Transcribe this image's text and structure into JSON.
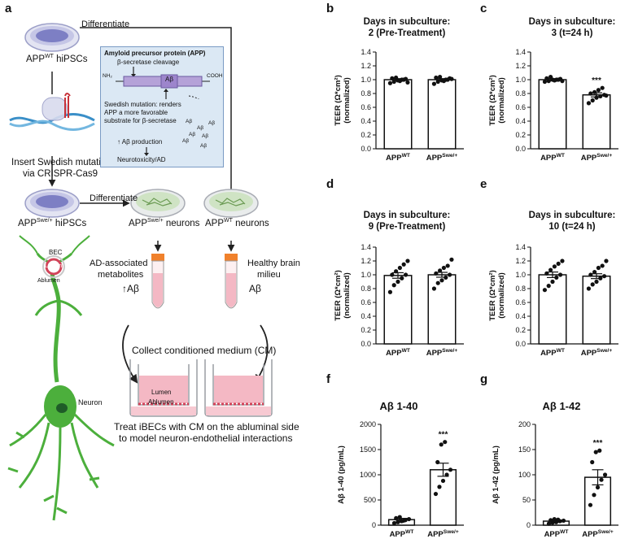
{
  "panel_labels": {
    "a": "a",
    "b": "b",
    "c": "c",
    "d": "d",
    "e": "e",
    "f": "f",
    "g": "g"
  },
  "schematic": {
    "differentiate_top": "Differentiate",
    "app_wt_hipscs": "APP",
    "app_wt_hipscs_sup": "WT",
    "app_wt_hipscs_suffix": " hiPSCs",
    "crispr_line1": "Insert Swedish mutation",
    "crispr_line2": "via CRISPR-Cas9",
    "app_swe_hipscs": "APP",
    "app_swe_hipscs_sup": "Swe/+",
    "app_swe_hipscs_suffix": " hiPSCs",
    "differentiate_mid": "Differentiate",
    "swe_neurons": "APP",
    "swe_neurons_sup": "Swe/+",
    "swe_neurons_suffix": " neurons",
    "wt_neurons": "APP",
    "wt_neurons_sup": "WT",
    "wt_neurons_suffix": " neurons",
    "ad_metab_line1": "AD-associated",
    "ad_metab_line2": "metabolites",
    "up_abeta": "↑Aβ",
    "healthy_line1": "Healthy brain",
    "healthy_line2": "milieu",
    "abeta": "Aβ",
    "bec": "BEC",
    "lumen": "Lumen",
    "ablumen": "Ablumen",
    "neuron": "Neuron",
    "collect_cm": "Collect conditioned medium (CM)",
    "insert_lumen": "Lumen",
    "insert_ablumen": "Ablumen",
    "treat_line1": "Treat iBECs with CM on the abluminal side",
    "treat_line2": "to model neuron-endothelial interactions",
    "box_title": "Amyloid precursor protein (APP)",
    "box_cleavage": "β-secretase cleavage",
    "box_nh2": "NH₂",
    "box_cooh": "COOH",
    "box_abeta": "Aβ",
    "box_swedish_line1": "Swedish mutation: renders",
    "box_swedish_line2": "APP a more favorable",
    "box_swedish_line3": "substrate for β-secretase",
    "box_abeta_small": "Aβ",
    "box_up_production": "↑ Aβ production",
    "box_neurotox": "Neurotoxicity/AD"
  },
  "colors": {
    "box_fill": "#dbe8f4",
    "box_border": "#7a9bc4",
    "neuron_green": "#4caf3c",
    "medium_pink": "#f4b8c4",
    "dish_purple": "#7d7fc4",
    "cap_orange": "#f0812c",
    "bar_fill": "#ffffff",
    "ink": "#111111"
  },
  "chart_data": [
    {
      "id": "b",
      "type": "bar",
      "title": "Days in subculture:\n2 (Pre-Treatment)",
      "ylabel": "TEER (Ω*cm²)\n(normalized)",
      "categories": [
        "APP^WT",
        "APP^Swe/+"
      ],
      "values": [
        1.0,
        1.0
      ],
      "errors": [
        0.015,
        0.015
      ],
      "ylim": [
        0,
        1.4
      ],
      "yticks": [
        "0.0",
        "0.2",
        "0.4",
        "0.6",
        "0.8",
        "1.0",
        "1.2",
        "1.4"
      ],
      "points": [
        [
          0.95,
          0.97,
          0.99,
          1.0,
          1.01,
          1.02,
          1.03,
          0.98,
          1.0,
          0.96
        ],
        [
          0.94,
          0.97,
          0.99,
          1.0,
          1.02,
          1.03,
          1.04,
          0.98,
          1.0,
          1.01
        ]
      ],
      "significance": ""
    },
    {
      "id": "c",
      "type": "bar",
      "title": "Days in subculture:\n3 (t=24 h)",
      "ylabel": "TEER (Ω*cm²)\n(normalized)",
      "categories": [
        "APP^WT",
        "APP^Swe/+"
      ],
      "values": [
        1.0,
        0.78
      ],
      "errors": [
        0.015,
        0.03
      ],
      "ylim": [
        0,
        1.4
      ],
      "yticks": [
        "0.0",
        "0.2",
        "0.4",
        "0.6",
        "0.8",
        "1.0",
        "1.2",
        "1.4"
      ],
      "points": [
        [
          0.97,
          0.98,
          1.0,
          1.0,
          1.01,
          1.02,
          1.04,
          0.99,
          1.0,
          0.98
        ],
        [
          0.66,
          0.7,
          0.74,
          0.76,
          0.78,
          0.8,
          0.82,
          0.85,
          0.88,
          0.77
        ]
      ],
      "significance": "***"
    },
    {
      "id": "d",
      "type": "bar",
      "title": "Days in subculture:\n9 (Pre-Treatment)",
      "ylabel": "TEER (Ω*cm²)\n(normalized)",
      "categories": [
        "APP^WT",
        "APP^Swe/+"
      ],
      "values": [
        0.99,
        1.0
      ],
      "errors": [
        0.04,
        0.035
      ],
      "ylim": [
        0,
        1.4
      ],
      "yticks": [
        "0.0",
        "0.2",
        "0.4",
        "0.6",
        "0.8",
        "1.0",
        "1.2",
        "1.4"
      ],
      "points": [
        [
          0.75,
          0.85,
          0.9,
          0.95,
          1.0,
          1.0,
          1.05,
          1.1,
          1.15,
          1.2
        ],
        [
          0.8,
          0.88,
          0.92,
          0.96,
          1.0,
          1.02,
          1.06,
          1.1,
          1.13,
          1.22
        ]
      ],
      "significance": ""
    },
    {
      "id": "e",
      "type": "bar",
      "title": "Days in subculture:\n10 (t=24 h)",
      "ylabel": "TEER (Ω*cm²)\n(normalized)",
      "categories": [
        "APP^WT",
        "APP^Swe/+"
      ],
      "values": [
        1.0,
        0.98
      ],
      "errors": [
        0.04,
        0.035
      ],
      "ylim": [
        0,
        1.4
      ],
      "yticks": [
        "0.0",
        "0.2",
        "0.4",
        "0.6",
        "0.8",
        "1.0",
        "1.2",
        "1.4"
      ],
      "points": [
        [
          0.78,
          0.84,
          0.9,
          0.96,
          1.0,
          1.02,
          1.07,
          1.12,
          1.16,
          1.2
        ],
        [
          0.8,
          0.86,
          0.9,
          0.95,
          0.98,
          1.0,
          1.04,
          1.1,
          1.13,
          1.2
        ]
      ],
      "significance": ""
    },
    {
      "id": "f",
      "type": "bar",
      "title": "Aβ 1-40",
      "ylabel": "Aβ 1-40 (pg/mL)",
      "categories": [
        "APP^WT",
        "APP^Swe/+"
      ],
      "values": [
        110,
        1100
      ],
      "errors": [
        25,
        130
      ],
      "ylim": [
        0,
        2000
      ],
      "yticks": [
        "0",
        "500",
        "1000",
        "1500",
        "2000"
      ],
      "points": [
        [
          40,
          60,
          80,
          100,
          120,
          140,
          160,
          90
        ],
        [
          620,
          760,
          880,
          1000,
          1100,
          1250,
          1600,
          1650
        ]
      ],
      "significance": "***"
    },
    {
      "id": "g",
      "type": "bar",
      "title": "Aβ 1-42",
      "ylabel": "Aβ 1-42 (pg/mL)",
      "categories": [
        "APP^WT",
        "APP^Swe/+"
      ],
      "values": [
        8,
        95
      ],
      "errors": [
        2,
        15
      ],
      "ylim": [
        0,
        200
      ],
      "yticks": [
        "0",
        "50",
        "100",
        "150",
        "200"
      ],
      "points": [
        [
          3,
          5,
          6,
          8,
          9,
          10,
          12,
          11
        ],
        [
          40,
          60,
          75,
          90,
          100,
          125,
          145,
          148
        ]
      ],
      "significance": "***"
    }
  ]
}
